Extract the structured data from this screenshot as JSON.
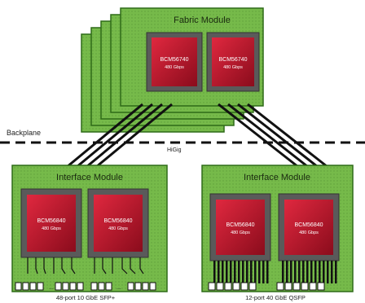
{
  "fabric": {
    "title": "Fabric Module",
    "chips": [
      {
        "name": "BCM56740",
        "speed": "480 Gbps"
      },
      {
        "name": "BCM56740",
        "speed": "480 Gbps"
      }
    ]
  },
  "backplane_label": "Backplane",
  "link_label": "HiGig",
  "interface_left": {
    "title": "Interface Module",
    "chips": [
      {
        "name": "BCM56840",
        "speed": "480 Gbps"
      },
      {
        "name": "BCM56840",
        "speed": "480 Gbps"
      }
    ],
    "ellipsis": "...",
    "port_label": "48-port 10 GbE SFP+"
  },
  "interface_right": {
    "title": "Interface Module",
    "chips": [
      {
        "name": "BCM56840",
        "speed": "480 Gbps"
      },
      {
        "name": "BCM56840",
        "speed": "480 Gbps"
      }
    ],
    "port_label": "12-port 40 GbE QSFP"
  },
  "colors": {
    "board": "#74b849",
    "board_border": "#3d7a22",
    "board_dot": "#5f9e3a",
    "chip_red": "#c8102e",
    "chip_frame": "#555555"
  }
}
